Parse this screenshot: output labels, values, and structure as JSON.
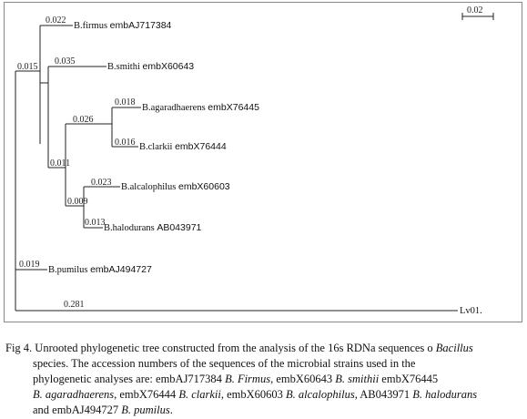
{
  "tree": {
    "scale_bar_label": "0.02",
    "taxa": {
      "firmus": {
        "species": "B.firmus",
        "accession": "embAJ717384"
      },
      "smithii": {
        "species": "B.smithi",
        "accession": "embX60643"
      },
      "agaradhaerens": {
        "species": "B.agaradhaerens",
        "accession": "embX76445"
      },
      "clarkii": {
        "species": "B.clarkii",
        "accession": "embX76444"
      },
      "alcalophilus": {
        "species": "B.alcalophilus",
        "accession": "embX60603"
      },
      "halodurans": {
        "species": "B.halodurans",
        "accession": "AB043971"
      },
      "pumilus": {
        "species": "B.pumilus",
        "accession": "embAJ494727"
      },
      "lv01": {
        "label": "Lv01."
      }
    },
    "branch_lengths": {
      "firmus": "0.022",
      "node_015": "0.015",
      "smithii": "0.035",
      "agaradhaerens": "0.018",
      "node_026": "0.026",
      "clarkii": "0.016",
      "node_011": "0.011",
      "alcalophilus": "0.023",
      "node_009": "0.009",
      "halodurans": "0.013",
      "pumilus": "0.019",
      "lv01": "0.281"
    }
  },
  "caption": {
    "line1_prefix": "Fig 4. Unrooted phylogenetic tree constructed from the analysis of the 16s RDNa sequences o ",
    "line1_genus": "Bacillus",
    "line2": "species. The accession numbers of the sequences of the microbial strains used in the",
    "line3_a": "phylogenetic analyses are: embAJ717384 ",
    "line3_b": "B. Firmus",
    "line3_c": ", embX60643 ",
    "line3_d": "B. smithii",
    "line3_e": " embX76445",
    "line4_a": "B. agaradhaerens",
    "line4_b": ", embX76444 ",
    "line4_c": "B. clarkii",
    "line4_d": ", embX60603 ",
    "line4_e": "B. alcalophilus",
    "line4_f": ", AB043971 ",
    "line4_g": "B. halodurans",
    "line5_a": "and embAJ494727 ",
    "line5_b": "B. pumilus",
    "line5_c": "."
  }
}
